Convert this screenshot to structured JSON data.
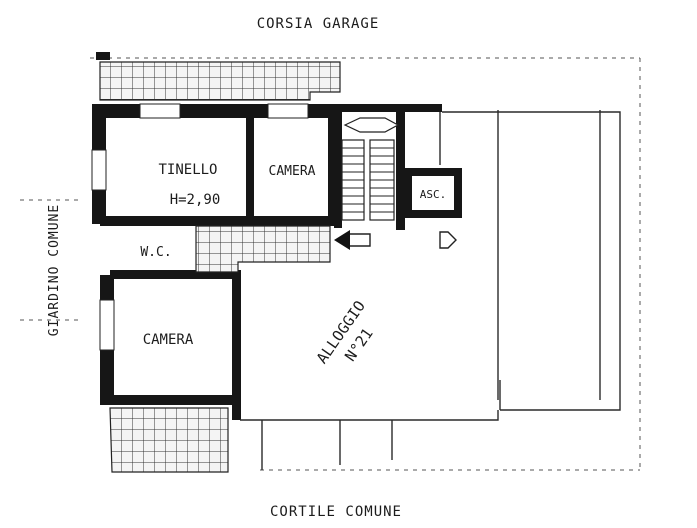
{
  "labels": {
    "top_street": "CORSIA GARAGE",
    "left_side": "GIARDINO COMUNE",
    "bottom_street": "CORTILE COMUNE",
    "room_living": "TINELLO",
    "room_height": "H=2,90",
    "room_bed_top": "CAMERA",
    "room_wc": "W.C.",
    "room_bed_bottom": "CAMERA",
    "lift": "ASC.",
    "unit_line1": "ALLOGGIO",
    "unit_line2": "N°21"
  }
}
